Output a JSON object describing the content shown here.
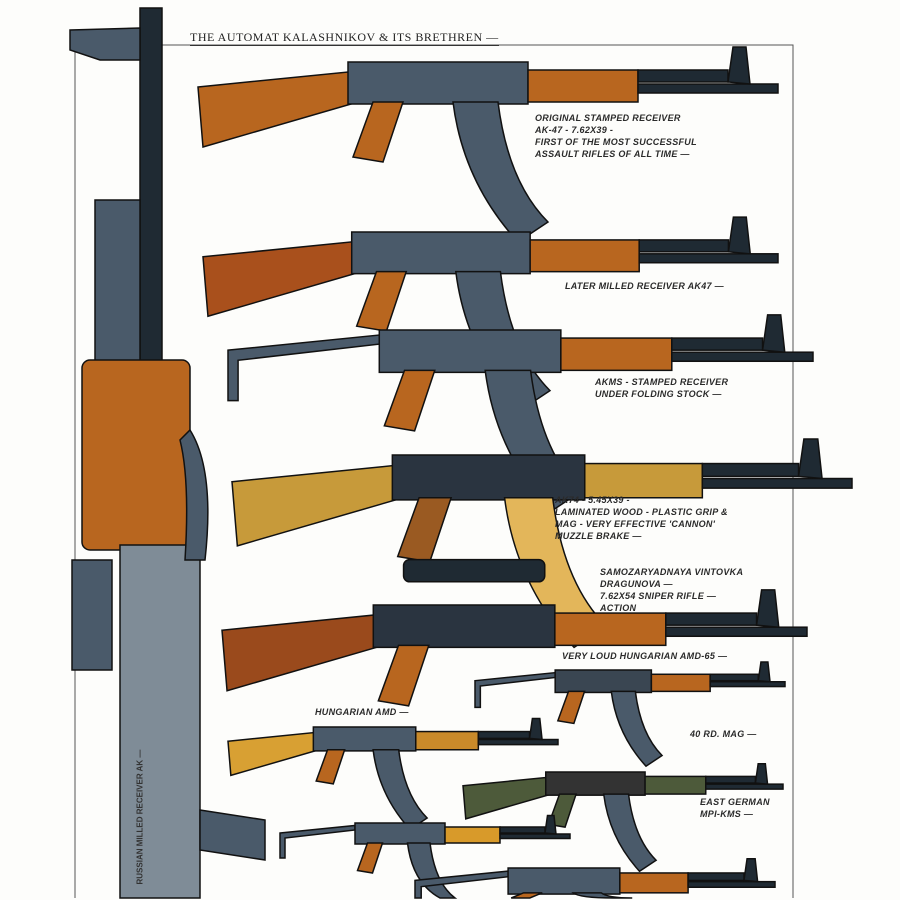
{
  "poster": {
    "title": "THE AUTOMAT KALASHNIKOV & ITS BRETHREN —",
    "vertical_caption": "RUSSIAN MILLED RECEIVER AK —",
    "labels": [
      [
        "ORIGINAL STAMPED RECEIVER",
        "AK-47 - 7.62x39 -",
        "FIRST OF THE MOST SUCCESSFUL",
        "ASSAULT RIFLES OF ALL TIME —"
      ],
      [
        "LATER MILLED RECEIVER AK47 —"
      ],
      [
        "AKMS - STAMPED RECEIVER",
        "UNDER FOLDING STOCK —"
      ],
      [
        "AK74 - 5.45x39 -",
        "LAMINATED WOOD - PLASTIC GRIP &",
        "MAG - VERY EFFECTIVE 'CANNON'",
        "MUZZLE BRAKE —"
      ],
      [
        "SAMOZARYADNAYA VINTOVKA",
        "DRAGUNOVA —",
        "7.62x54 SNIPER RIFLE —",
        "ACTION"
      ],
      [
        "VERY LOUD HUNGARIAN AMD-65 —"
      ],
      [
        "HUNGARIAN AMD —"
      ],
      [
        "40 RD. MAG —"
      ],
      [
        "EAST GERMAN",
        "MPI-KMS —"
      ]
    ]
  },
  "colors": {
    "wood": "#b8661f",
    "wood_light": "#e0a83a",
    "steel": "#4a5a6a",
    "steel_dark": "#1f2a33",
    "laminate": "#c79a3a",
    "olive": "#4d5a3a"
  }
}
